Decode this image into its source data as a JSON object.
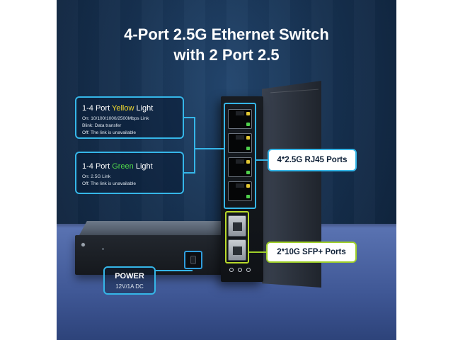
{
  "title": {
    "line1": "4-Port 2.5G Ethernet Switch",
    "line2": "with 2 Port 2.5"
  },
  "callouts": {
    "yellow_light": {
      "prefix": "1-4 Port ",
      "highlight": "Yellow",
      "suffix": " Light",
      "lines": [
        "On: 10/100/1000/2500Mbps Link",
        "Blink: Data transfer",
        "Off: The link is unavailable"
      ]
    },
    "green_light": {
      "prefix": "1-4 Port ",
      "highlight": "Green",
      "suffix": " Light",
      "lines": [
        "On: 2.5G Link",
        "Off: The link is unavailable"
      ]
    },
    "rj45_ports": "4*2.5G RJ45 Ports",
    "sfp_ports": "2*10G SFP+ Ports",
    "power": {
      "title": "POWER",
      "rating": "12V/1A DC"
    }
  },
  "colors": {
    "accent_blue": "#35b6e8",
    "accent_green": "#9fcf2a",
    "yellow": "#f4dc2f",
    "green": "#4fd84a",
    "background": "#16304f"
  }
}
